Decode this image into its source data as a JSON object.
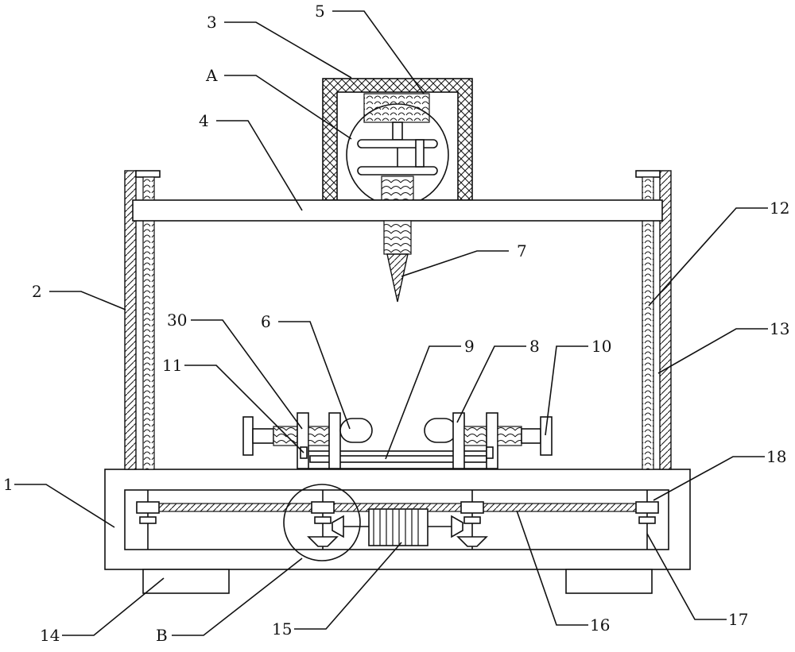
{
  "labels": {
    "l1": "1",
    "l2": "2",
    "l3": "3",
    "l4": "4",
    "l5": "5",
    "l6": "6",
    "l7": "7",
    "l8": "8",
    "l9": "9",
    "l10": "10",
    "l11": "11",
    "l12": "12",
    "l13": "13",
    "l14": "14",
    "l15": "15",
    "l16": "16",
    "l17": "17",
    "l18": "18",
    "l30": "30",
    "lA": "A",
    "lB": "B"
  }
}
